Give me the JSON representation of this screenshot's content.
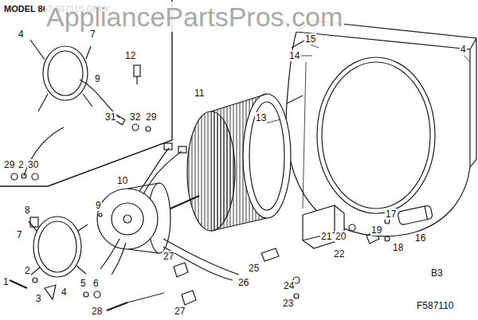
{
  "diagram": {
    "labels": [
      "MODEL 867.587110 ONLY",
      "AppliancePartsPros.com",
      "4",
      "7",
      "15",
      "14",
      "4",
      "12",
      "9",
      "11",
      "31",
      "32",
      "29",
      "13",
      "29",
      "2",
      "30",
      "10",
      "9",
      "8",
      "17",
      "7",
      "16",
      "21",
      "20",
      "19",
      "18",
      "22",
      "27",
      "25",
      "2",
      "B3",
      "26",
      "1",
      "5",
      "6",
      "24",
      "4",
      "3",
      "23",
      "F587110",
      "28",
      "27"
    ]
  }
}
